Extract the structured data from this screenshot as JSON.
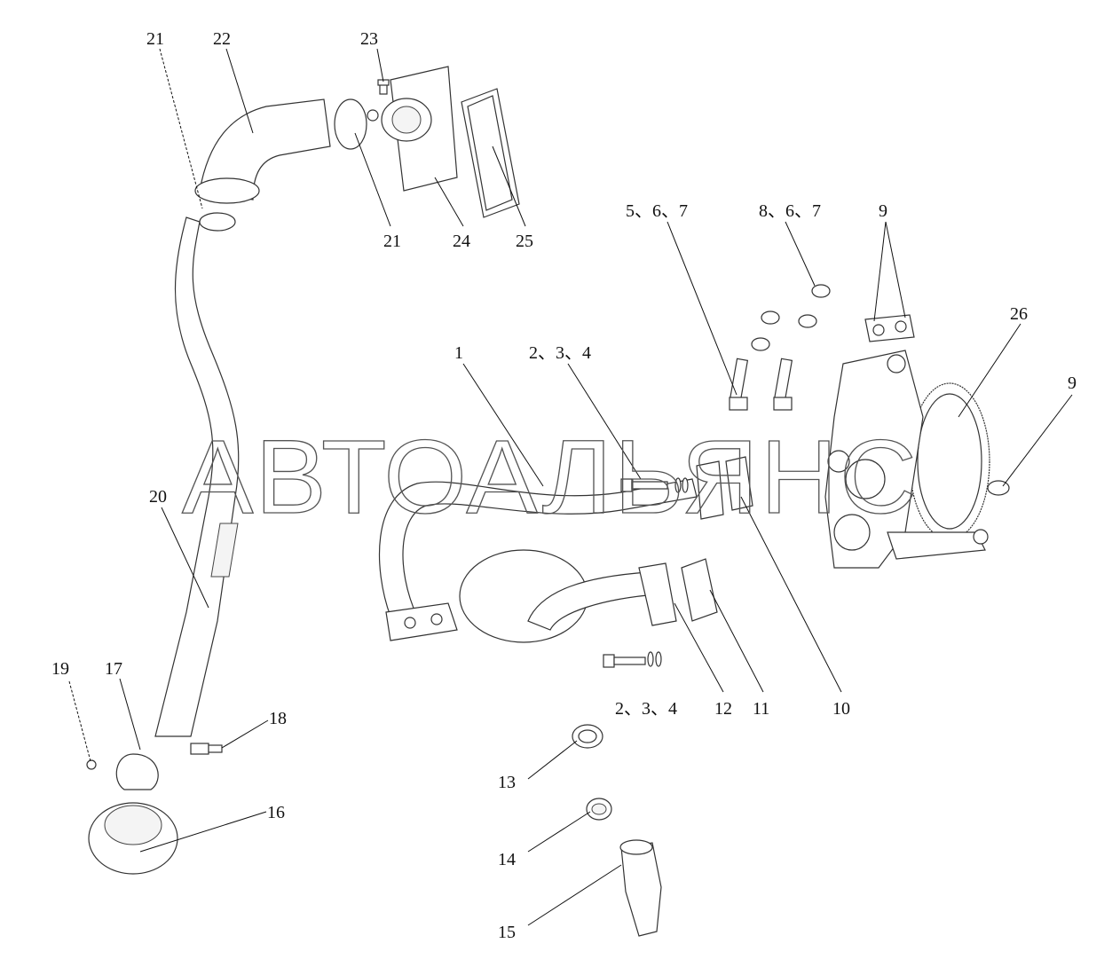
{
  "watermark": "АВТОАЛЬЯНС",
  "callouts": [
    {
      "id": "21a",
      "text": "21"
    },
    {
      "id": "22",
      "text": "22"
    },
    {
      "id": "23",
      "text": "23"
    },
    {
      "id": "21b",
      "text": "21"
    },
    {
      "id": "24",
      "text": "24"
    },
    {
      "id": "25",
      "text": "25"
    },
    {
      "id": "567",
      "text": "5、6、7"
    },
    {
      "id": "867",
      "text": "8、6、7"
    },
    {
      "id": "9a",
      "text": "9"
    },
    {
      "id": "26",
      "text": "26"
    },
    {
      "id": "1",
      "text": "1"
    },
    {
      "id": "234a",
      "text": "2、3、4"
    },
    {
      "id": "9b",
      "text": "9"
    },
    {
      "id": "20",
      "text": "20"
    },
    {
      "id": "19",
      "text": "19"
    },
    {
      "id": "17",
      "text": "17"
    },
    {
      "id": "18",
      "text": "18"
    },
    {
      "id": "16",
      "text": "16"
    },
    {
      "id": "234b",
      "text": "2、3、4"
    },
    {
      "id": "12",
      "text": "12"
    },
    {
      "id": "11",
      "text": "11"
    },
    {
      "id": "10",
      "text": "10"
    },
    {
      "id": "13",
      "text": "13"
    },
    {
      "id": "14",
      "text": "14"
    },
    {
      "id": "15",
      "text": "15"
    }
  ]
}
